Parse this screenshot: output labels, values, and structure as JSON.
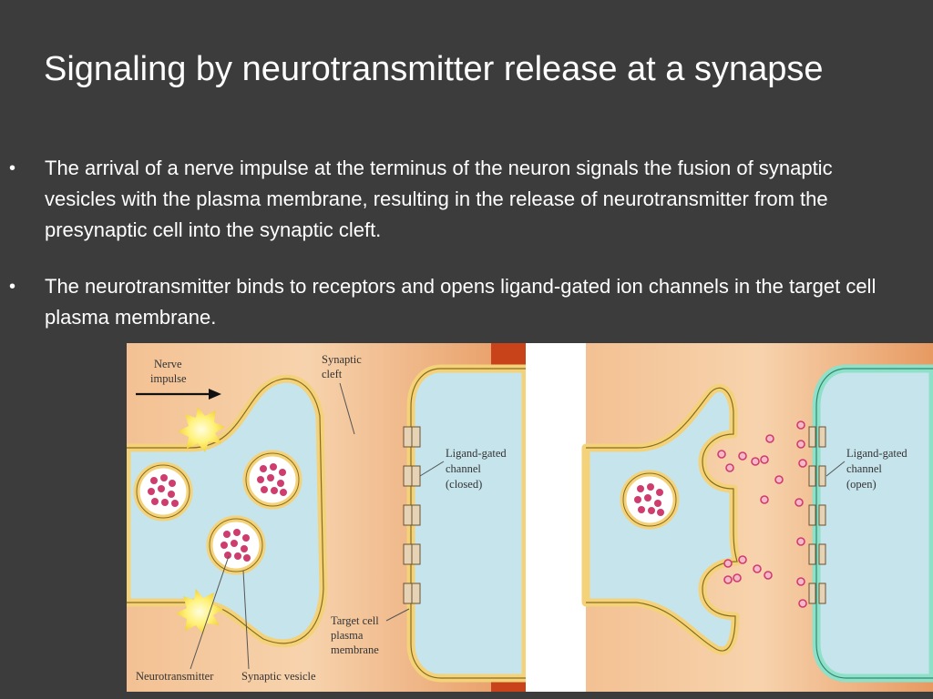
{
  "title": "Signaling by neurotransmitter release at a synapse",
  "bullets": [
    "The arrival of a nerve impulse at the terminus of the neuron signals the fusion of synaptic vesicles with the plasma membrane, resulting in the release of neurotransmitter from the presynaptic cell into the synaptic cleft.",
    "The neurotransmitter binds to receptors and opens ligand-gated ion channels in the target cell plasma membrane."
  ],
  "bullet_glyph": "•",
  "figure": {
    "left": {
      "nerve_impulse": [
        "Nerve",
        "impulse"
      ],
      "synaptic_cleft": [
        "Synaptic",
        "cleft"
      ],
      "channel": [
        "Ligand-gated",
        "channel",
        "(closed)"
      ],
      "target_membrane": [
        "Target cell",
        "plasma",
        "membrane"
      ],
      "neurotransmitter": "Neurotransmitter",
      "synaptic_vesicle": "Synaptic vesicle"
    },
    "right": {
      "channel": [
        "Ligand-gated",
        "channel",
        "(open)"
      ]
    }
  },
  "colors": {
    "background": "#3c3c3c",
    "text": "#ffffff",
    "cytoplasm": "#c6e4ec",
    "membrane_yellow": "#f3d27a",
    "membrane_open": "#8fe0c8",
    "cleft": "#f0b27e",
    "outer_tissue": "#c8431a",
    "neurotransmitter": "#cf3c6e"
  }
}
